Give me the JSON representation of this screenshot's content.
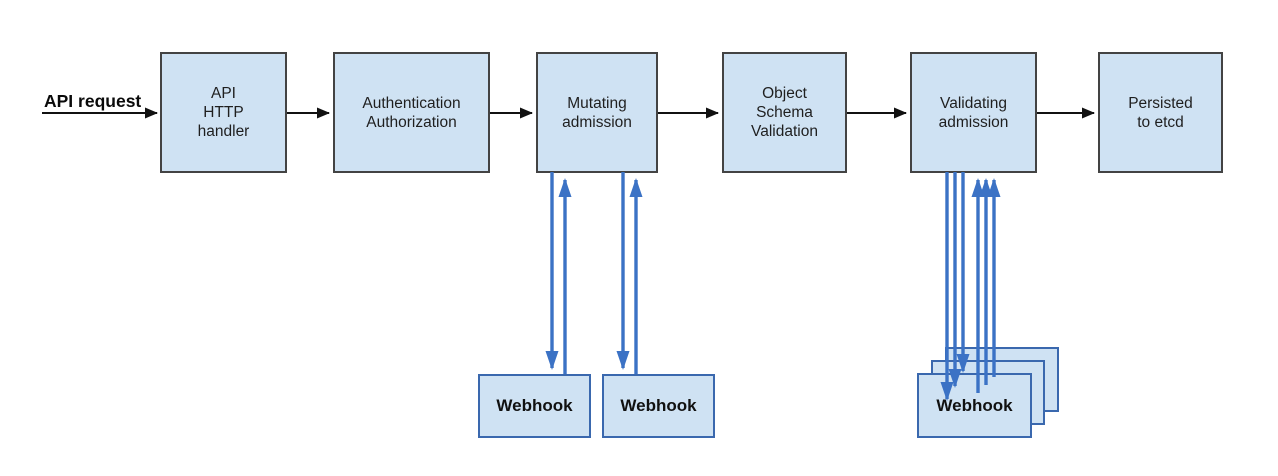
{
  "flow_label": {
    "api_request": "API request"
  },
  "pipeline": [
    {
      "name": "api-http-handler",
      "lines": [
        "API",
        "HTTP",
        "handler"
      ]
    },
    {
      "name": "authentication-authorization",
      "lines": [
        "Authentication",
        "Authorization"
      ]
    },
    {
      "name": "mutating-admission",
      "lines": [
        "Mutating",
        "admission"
      ]
    },
    {
      "name": "object-schema-validation",
      "lines": [
        "Object",
        "Schema",
        "Validation"
      ]
    },
    {
      "name": "validating-admission",
      "lines": [
        "Validating",
        "admission"
      ]
    },
    {
      "name": "persisted-to-etcd",
      "lines": [
        "Persisted",
        "to etcd"
      ]
    }
  ],
  "mutating_webhooks": [
    {
      "label": "Webhook"
    },
    {
      "label": "Webhook"
    }
  ],
  "validating_webhooks": [
    {
      "label": "Webhook"
    },
    {
      "label": "Webhook"
    },
    {
      "label": "Webhook"
    }
  ],
  "colors": {
    "box_fill": "#cfe2f3",
    "node_border": "#434343",
    "webhook_border": "#3a68ae",
    "black_arrow": "#111111",
    "blue_arrow": "#3b72c5"
  }
}
